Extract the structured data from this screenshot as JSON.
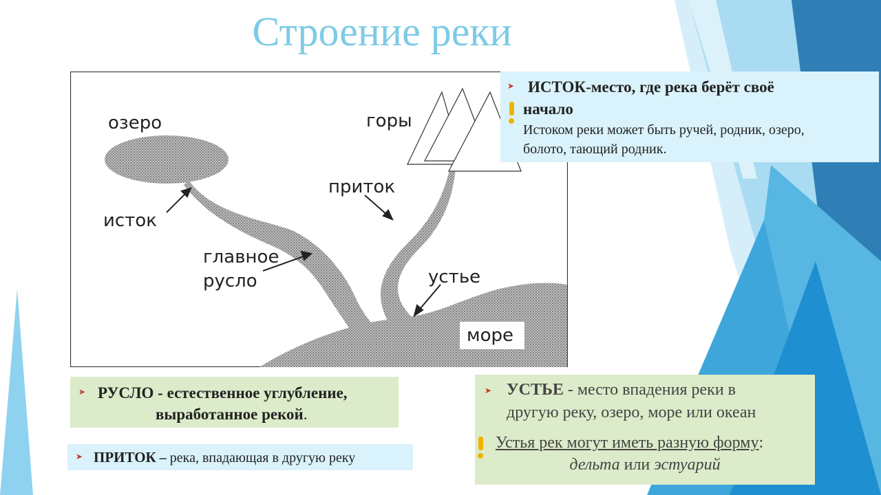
{
  "title": "Строение реки",
  "diagram": {
    "labels": {
      "lake": "озеро",
      "mountains": "горы",
      "tributary": "приток",
      "source": "исток",
      "main_channel_1": "главное",
      "main_channel_2": "русло",
      "mouth": "устье",
      "sea": "море"
    }
  },
  "istok_box": {
    "term": "ИСТОК-место, где река берёт своё",
    "term_cont": "начало",
    "note_1": "Истоком реки может быть ручей, родник, озеро,",
    "note_2": "болото, тающий родник."
  },
  "ruslo_box": {
    "term": "РУСЛО",
    "dash": " - ",
    "def_1": "естественное углубление,",
    "def_2": "выработанное  рекой",
    "end": "."
  },
  "pritok_box": {
    "term": "ПРИТОК",
    "dash": " – ",
    "def": "река, впадающая в другую реку"
  },
  "ustie_box": {
    "term": "УСТЬЕ",
    "def_1": " - место впадения реки в",
    "def_2": "другую реку, озеро, море или океан",
    "note": "Устья рек могут иметь разную форму",
    "colon": ":",
    "form_1": "дельта",
    "or": " или ",
    "form_2": "эстуарий"
  },
  "colors": {
    "title": "#7dcbe6",
    "blue_box": "#daf2fb",
    "green_box": "#dcebc9",
    "bullet": "#c0392b",
    "exclamation": "#f0b400"
  }
}
